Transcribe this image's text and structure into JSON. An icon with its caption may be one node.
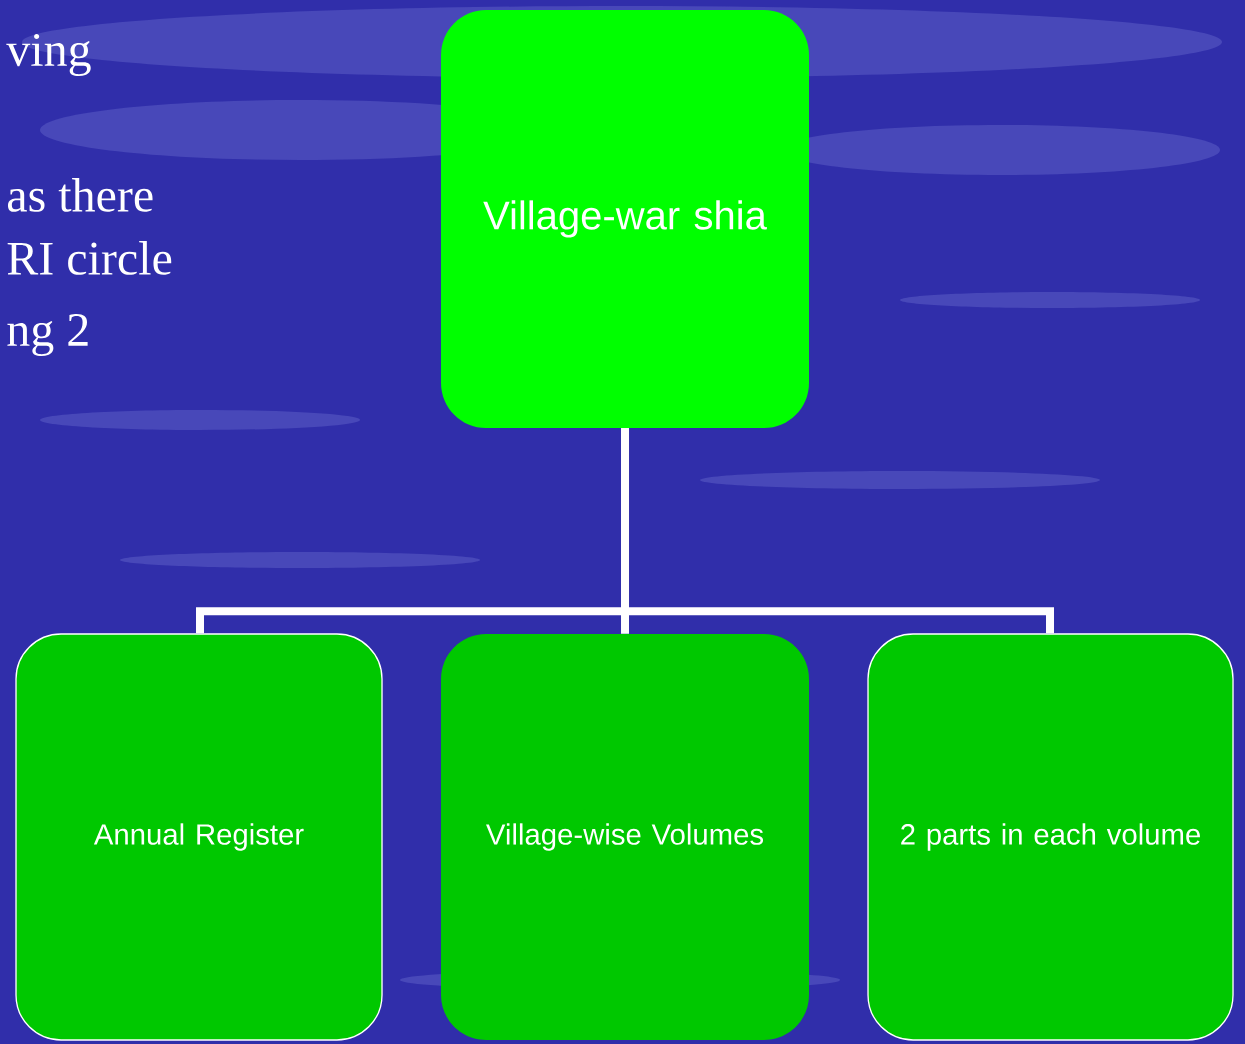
{
  "diagram": {
    "nodes": [
      {
        "text": [
          "Village-war shia"
        ]
      },
      {
        "text": [
          "Annual Register"
        ]
      },
      {
        "text": [
          "Village-wise Volumes"
        ]
      },
      {
        "text": [
          "2 parts in each volume"
        ]
      }
    ],
    "edges": [
      {
        "from": 0,
        "to": 1,
        "arrow": "none"
      },
      {
        "from": 0,
        "to": 2,
        "arrow": "none"
      },
      {
        "from": 0,
        "to": 3,
        "arrow": "none"
      }
    ],
    "labels": [
      "ving",
      "as there",
      "RI circle",
      "ng 2"
    ]
  }
}
